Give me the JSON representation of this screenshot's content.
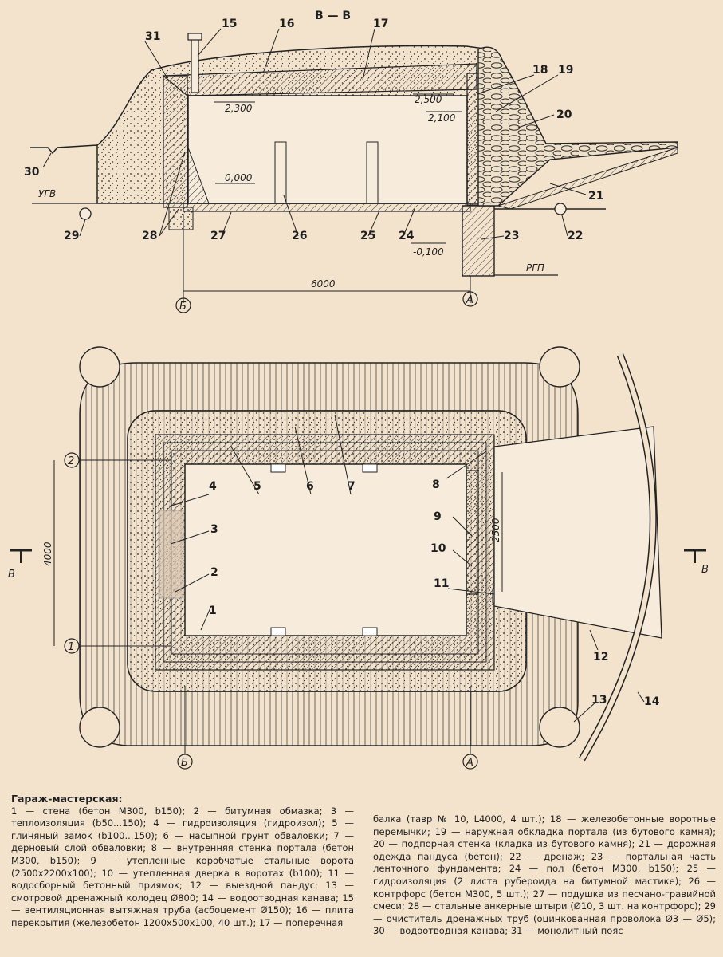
{
  "section_title": "В — В",
  "section_labels": [
    "15",
    "16",
    "17",
    "31",
    "18",
    "19",
    "20",
    "30",
    "21",
    "22",
    "23",
    "24",
    "25",
    "26",
    "27",
    "28",
    "29"
  ],
  "plan_labels": [
    "1",
    "2",
    "3",
    "4",
    "5",
    "6",
    "7",
    "8",
    "9",
    "10",
    "11",
    "12",
    "13",
    "14"
  ],
  "dimensions": {
    "overall_length": "6000",
    "span": "4000",
    "gate": "2500",
    "level_top_left": "2,300",
    "level_top_right": "2,500",
    "level_gate": "2,100",
    "level_floor": "0,000",
    "level_bottom": "-0,100"
  },
  "marks": {
    "ugv": "УГВ",
    "rgp": "РГП",
    "axis_b": "Б",
    "axis_a": "А",
    "axis_1": "1",
    "axis_2": "2",
    "cut_left": "В",
    "cut_right": "В"
  },
  "caption": {
    "title": "Гараж-мастерская:",
    "left_text": "1 — стена (бетон М300, b150); 2 — битумная обмазка; 3 — теплоизоляция (b50...150); 4 — гидроизоляция (гидроизол); 5 — глиняный замок (b100...150); 6 — насыпной грунт обваловки; 7 — дерновый слой обваловки; 8 — внутренняя стенка портала (бетон М300, b150); 9 — утепленные коробчатые стальные ворота (2500х2200х100); 10 — утепленная дверка в воротах (b100); 11 — водосборный бетонный приямок; 12 — выездной пандус; 13 — смотровой дренажный колодец Ø800; 14 — водоотводная канава; 15 — вентиляционная вытяжная труба (асбоцемент Ø150); 16 — плита перекрытия (железобетон 1200х500х100, 40 шт.); 17 — поперечная",
    "right_text": "балка (тавр № 10, L4000, 4 шт.); 18 — железобетонные воротные перемычки; 19 — наружная обкладка портала (из бутового камня); 20 — подпорная стенка (кладка из бутового камня); 21 — дорожная одежда пандуса (бетон); 22 — дренаж; 23 — портальная часть ленточного фундамента; 24 — пол (бетон М300, b150); 25 — гидроизоляция (2 листа рубероида на битумной мастике); 26 — контрфорс (бетон М300, 5 шт.); 27 — подушка из песчано-гравийной смеси; 28 — стальные анкерные штыри (Ø10, 3 шт. на контрфорс); 29 — очиститель дренажных труб (оцинкованная проволока Ø3 — Ø5); 30 — водоотводная канава; 31 — монолитный пояс"
  }
}
